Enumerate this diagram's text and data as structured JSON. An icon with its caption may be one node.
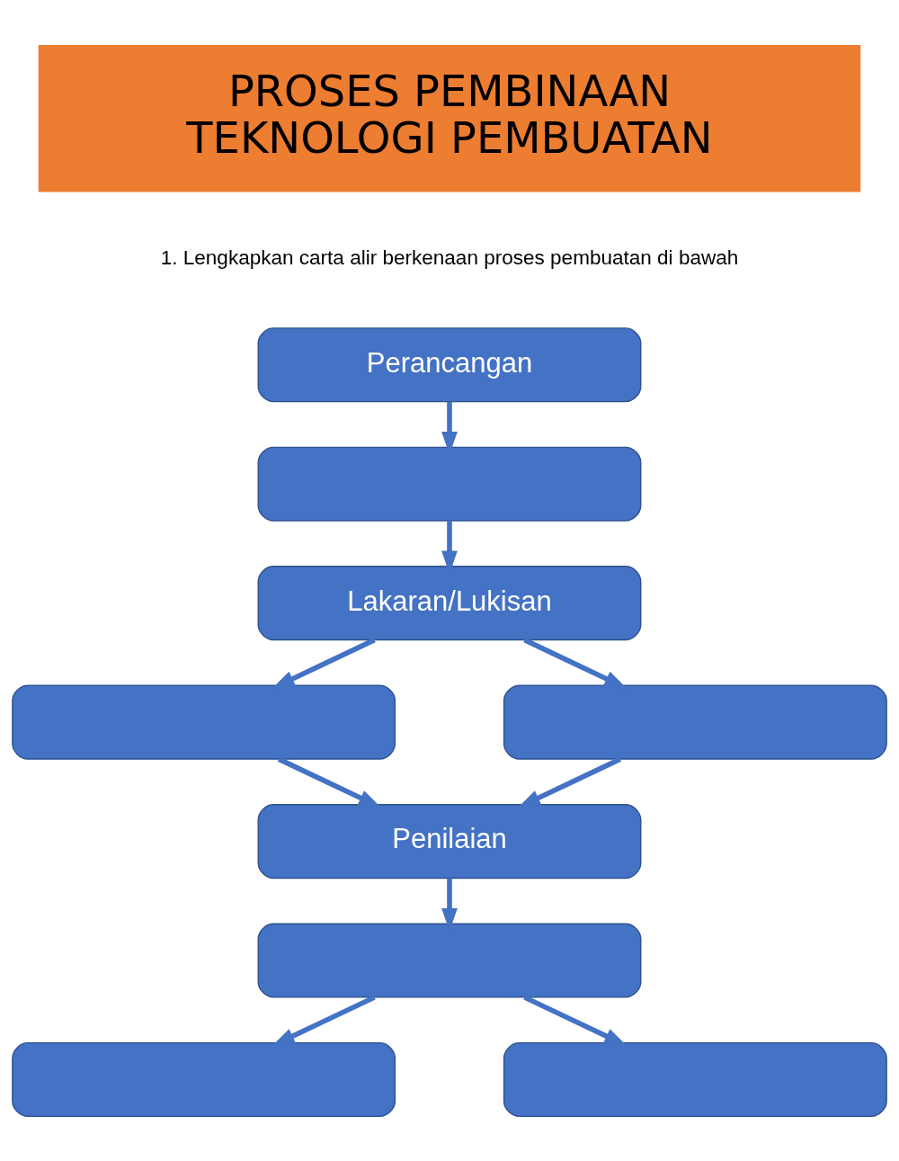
{
  "diagram": {
    "nodes": [
      {
        "text": [
          "PROSES PEMBINAAN",
          "TEKNOLOGI PEMBUATAN"
        ]
      },
      {
        "text": [
          "Perancangan"
        ]
      },
      {
        "text": [],
        "shape": "box"
      },
      {
        "text": [
          "Lakaran/Lukisan"
        ]
      },
      {
        "text": [],
        "shape": "box"
      },
      {
        "text": [],
        "shape": "box"
      },
      {
        "text": [
          "Penilaian"
        ]
      },
      {
        "text": [],
        "shape": "box"
      },
      {
        "text": [],
        "shape": "box"
      },
      {
        "text": [],
        "shape": "box"
      }
    ],
    "edges": [
      {
        "from": 1,
        "to": 2,
        "arrow": "to"
      },
      {
        "from": 2,
        "to": 3,
        "arrow": "to"
      },
      {
        "from": 3,
        "to": 4,
        "arrow": "to"
      },
      {
        "from": 3,
        "to": 5,
        "arrow": "to"
      },
      {
        "from": 4,
        "to": 6,
        "arrow": "to"
      },
      {
        "from": 5,
        "to": 6,
        "arrow": "to"
      },
      {
        "from": 6,
        "to": 7,
        "arrow": "to"
      },
      {
        "from": 7,
        "to": 8,
        "arrow": "to"
      },
      {
        "from": 7,
        "to": 9,
        "arrow": "to"
      }
    ],
    "labels": [
      "1. Lengkapkan carta alir berkenaan proses pembuatan di bawah"
    ]
  }
}
